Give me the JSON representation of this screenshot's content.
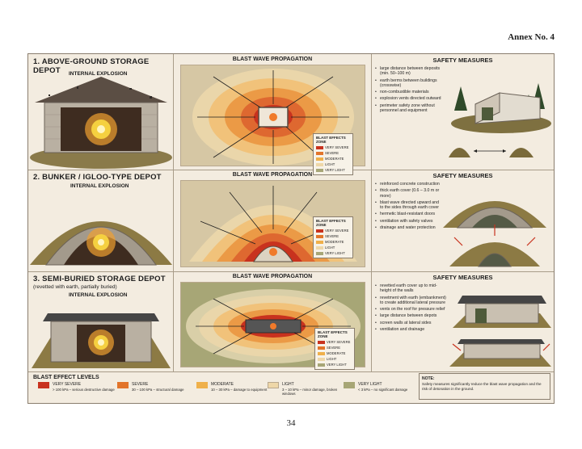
{
  "annex": "Annex No. 4",
  "page_number": "34",
  "common": {
    "internal_explosion": "INTERNAL EXPLOSION",
    "blast_wave": "BLAST WAVE PROPAGATION",
    "safety": "SAFETY MEASURES",
    "legend_title": "BLAST EFFECTS ZONE",
    "legend_items": [
      "VERY SEVERE",
      "SEVERE",
      "MODERATE",
      "LIGHT",
      "VERY LIGHT"
    ]
  },
  "colors": {
    "very_severe": "#c8321e",
    "severe": "#e2742a",
    "moderate": "#efb04a",
    "light": "#eed7a8",
    "very_light": "#a7a676"
  },
  "rows": [
    {
      "title": "1. ABOVE-GROUND STORAGE DEPOT",
      "subtitle": "",
      "measures": [
        "large distance between deposits (min. 50–100 m)",
        "earth berms between buildings (crosswise)",
        "non-combustible materials",
        "explosion vents directed outward",
        "perimeter safety zone without personnel and equipment"
      ]
    },
    {
      "title": "2. BUNKER / IGLOO-TYPE DEPOT",
      "subtitle": "",
      "measures": [
        "reinforced concrete construction",
        "thick earth cover (0.6 – 3.0 m or more)",
        "blast wave directed upward and to the sides through earth cover",
        "hermetic blast-resistant doors",
        "ventilation with safety valves",
        "drainage and water protection"
      ]
    },
    {
      "title": "3. SEMI-BURIED STORAGE DEPOT",
      "subtitle": "(revetted with earth, partially buried)",
      "measures": [
        "revetted earth cover up to mid-height of the walls",
        "revetment with earth (embankment) to create additional lateral pressure",
        "vents on the roof for pressure relief",
        "large distance between depots",
        "screen walls at lateral sides",
        "ventilation and drainage"
      ]
    }
  ],
  "footer": {
    "title": "BLAST EFFECT LEVELS",
    "levels": [
      {
        "name": "VERY SEVERE",
        "desc": "> 100 kPa – serious destructive damage"
      },
      {
        "name": "SEVERE",
        "desc": "30 – 100 kPa – structural damage"
      },
      {
        "name": "MODERATE",
        "desc": "10 – 30 kPa – damage to equipment"
      },
      {
        "name": "LIGHT",
        "desc": "3 – 10 kPa – minor damage, broken windows"
      },
      {
        "name": "VERY LIGHT",
        "desc": "< 3 kPa – no significant damage"
      }
    ],
    "note_title": "NOTE:",
    "note_text": "Safety measures significantly reduce the blast wave propagation and the risk of detonation in the ground."
  }
}
